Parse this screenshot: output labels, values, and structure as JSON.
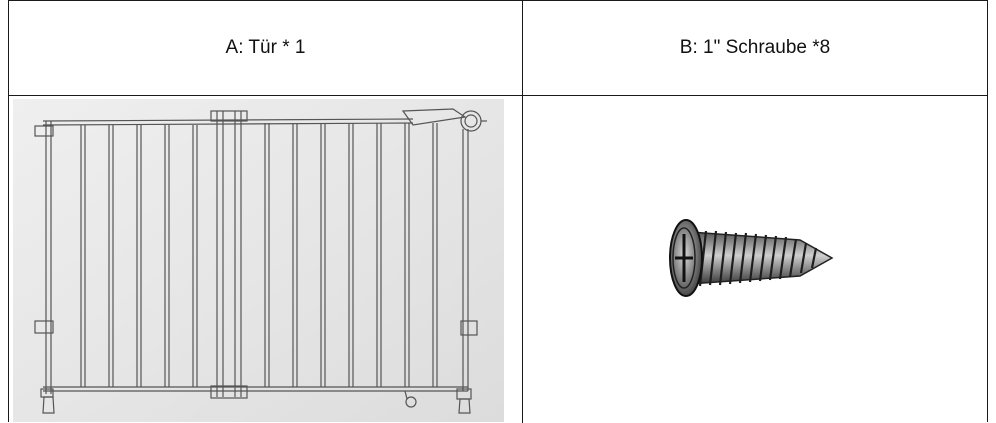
{
  "table": {
    "headers": [
      {
        "label": "A: Tür * 1"
      },
      {
        "label": "B: 1\" Schraube *8"
      }
    ]
  },
  "parts": [
    {
      "id": "A",
      "icon": "baby-gate-door-illustration"
    },
    {
      "id": "B",
      "icon": "flat-head-screw-illustration"
    }
  ]
}
